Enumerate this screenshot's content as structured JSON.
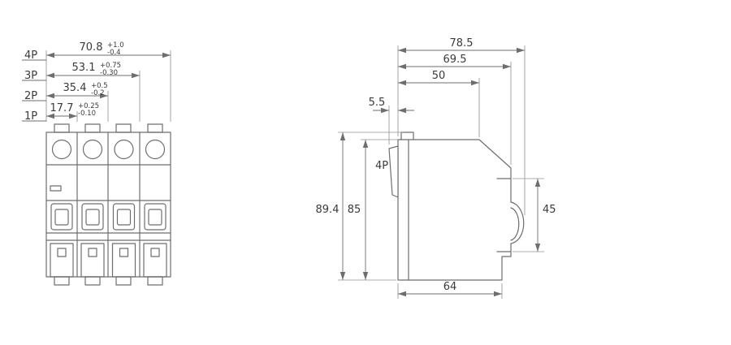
{
  "drawing_title": "miniature-circuit-breaker-dimension-drawing",
  "colors": {
    "line": "#6e6e6e",
    "text": "#3a3a3a"
  },
  "front_view": {
    "pole_dims": [
      {
        "pole": "4P",
        "value": "70.8",
        "tol_plus": "+1.0",
        "tol_minus": "-0.4"
      },
      {
        "pole": "3P",
        "value": "53.1",
        "tol_plus": "+0.75",
        "tol_minus": "-0.30"
      },
      {
        "pole": "2P",
        "value": "35.4",
        "tol_plus": "+0.5",
        "tol_minus": "-0.2"
      },
      {
        "pole": "1P",
        "value": "17.7",
        "tol_plus": "+0.25",
        "tol_minus": "-0.10"
      }
    ]
  },
  "side_view": {
    "dims": {
      "total_depth": "78.5",
      "body_depth": "69.5",
      "front_depth": "50",
      "handle_protrusion": "5.5",
      "pole_label": "4P",
      "total_height": "89.4",
      "body_height": "85",
      "rail_section_height": "45",
      "base_depth": "64"
    }
  }
}
